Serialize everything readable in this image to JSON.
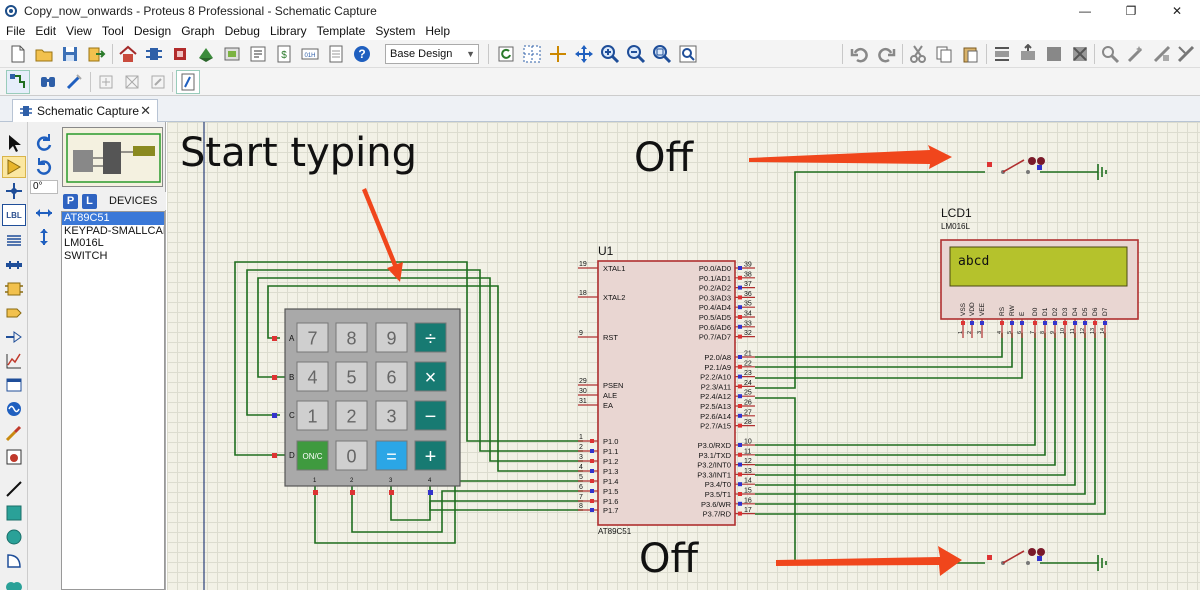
{
  "window": {
    "title": "Copy_now_onwards - Proteus 8 Professional - Schematic Capture",
    "minimize": "—",
    "maximize": "❐",
    "close": "✕"
  },
  "menu": [
    "File",
    "Edit",
    "View",
    "Tool",
    "Design",
    "Graph",
    "Debug",
    "Library",
    "Template",
    "System",
    "Help"
  ],
  "toolbar": {
    "design_combo": "Base Design"
  },
  "tab": {
    "label": "Schematic Capture"
  },
  "left": {
    "angle": "0°"
  },
  "devices": {
    "p": "P",
    "l": "L",
    "title": "DEVICES",
    "items": [
      "AT89C51",
      "KEYPAD-SMALLCALC",
      "LM016L",
      "SWITCH"
    ]
  },
  "annotations": {
    "start": "Start typing",
    "off1": "Off",
    "off2": "Off"
  },
  "lcd": {
    "ref": "LCD1",
    "part": "LM016L",
    "text": "abcd",
    "pins": [
      "VSS",
      "VDD",
      "VEE",
      "RS",
      "RW",
      "E",
      "D0",
      "D1",
      "D2",
      "D3",
      "D4",
      "D5",
      "D6",
      "D7"
    ],
    "pin_numbers": [
      "1",
      "2",
      "3",
      "4",
      "5",
      "6",
      "7",
      "8",
      "9",
      "10",
      "11",
      "12",
      "13",
      "14"
    ]
  },
  "mcu": {
    "ref": "U1",
    "part": "AT89C51",
    "left_pins": [
      {
        "name": "XTAL1",
        "num": "19"
      },
      {
        "name": "XTAL2",
        "num": "18"
      },
      {
        "name": "RST",
        "num": "9"
      },
      {
        "name": "PSEN",
        "num": "29"
      },
      {
        "name": "ALE",
        "num": "30"
      },
      {
        "name": "EA",
        "num": "31"
      },
      {
        "name": "P1.0",
        "num": "1"
      },
      {
        "name": "P1.1",
        "num": "2"
      },
      {
        "name": "P1.2",
        "num": "3"
      },
      {
        "name": "P1.3",
        "num": "4"
      },
      {
        "name": "P1.4",
        "num": "5"
      },
      {
        "name": "P1.5",
        "num": "6"
      },
      {
        "name": "P1.6",
        "num": "7"
      },
      {
        "name": "P1.7",
        "num": "8"
      }
    ],
    "p0": [
      {
        "name": "P0.0/AD0",
        "num": "39"
      },
      {
        "name": "P0.1/AD1",
        "num": "38"
      },
      {
        "name": "P0.2/AD2",
        "num": "37"
      },
      {
        "name": "P0.3/AD3",
        "num": "36"
      },
      {
        "name": "P0.4/AD4",
        "num": "35"
      },
      {
        "name": "P0.5/AD5",
        "num": "34"
      },
      {
        "name": "P0.6/AD6",
        "num": "33"
      },
      {
        "name": "P0.7/AD7",
        "num": "32"
      }
    ],
    "p2": [
      {
        "name": "P2.0/A8",
        "num": "21"
      },
      {
        "name": "P2.1/A9",
        "num": "22"
      },
      {
        "name": "P2.2/A10",
        "num": "23"
      },
      {
        "name": "P2.3/A11",
        "num": "24"
      },
      {
        "name": "P2.4/A12",
        "num": "25"
      },
      {
        "name": "P2.5/A13",
        "num": "26"
      },
      {
        "name": "P2.6/A14",
        "num": "27"
      },
      {
        "name": "P2.7/A15",
        "num": "28"
      }
    ],
    "p3": [
      {
        "name": "P3.0/RXD",
        "num": "10"
      },
      {
        "name": "P3.1/TXD",
        "num": "11"
      },
      {
        "name": "P3.2/INT0",
        "num": "12"
      },
      {
        "name": "P3.3/INT1",
        "num": "13"
      },
      {
        "name": "P3.4/T0",
        "num": "14"
      },
      {
        "name": "P3.5/T1",
        "num": "15"
      },
      {
        "name": "P3.6/WR",
        "num": "16"
      },
      {
        "name": "P3.7/RD",
        "num": "17"
      }
    ]
  },
  "keypad": {
    "rows": [
      "A",
      "B",
      "C",
      "D"
    ],
    "cols": [
      "1",
      "2",
      "3",
      "4"
    ],
    "keys": [
      [
        "7",
        "8",
        "9",
        "÷"
      ],
      [
        "4",
        "5",
        "6",
        "×"
      ],
      [
        "1",
        "2",
        "3",
        "−"
      ],
      [
        "ON/C",
        "0",
        "=",
        "+"
      ]
    ]
  },
  "colors": {
    "wire": "#1f6e1f",
    "arrow": "#f0461c",
    "chip": "#e9d6d2",
    "chip_border": "#b03030",
    "lcd": "#b5c22c",
    "key_gray": "#cfcfcf",
    "key_teal": "#177a72",
    "key_blue": "#2ba6e6",
    "key_green": "#3f9a3f"
  }
}
